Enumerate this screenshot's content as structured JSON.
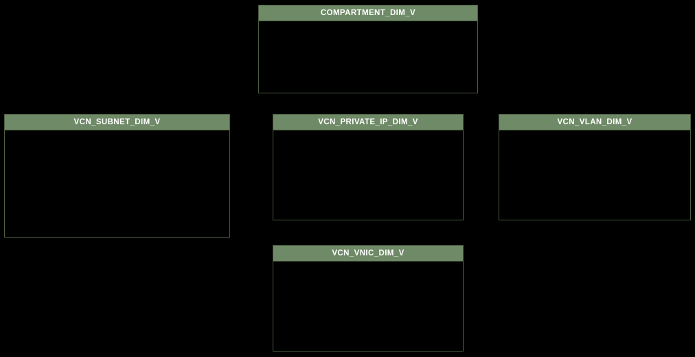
{
  "diagram": {
    "background_color": "#000000",
    "header_fill_color": "#6f8a67",
    "border_color": "#4c5f42",
    "header_text_color": "#ffffff",
    "tables": [
      {
        "label": "COMPARTMENT_DIM_V"
      },
      {
        "label": "VCN_SUBNET_DIM_V"
      },
      {
        "label": "VCN_PRIVATE_IP_DIM_V"
      },
      {
        "label": "VCN_VLAN_DIM_V"
      },
      {
        "label": "VCN_VNIC_DIM_V"
      }
    ]
  }
}
